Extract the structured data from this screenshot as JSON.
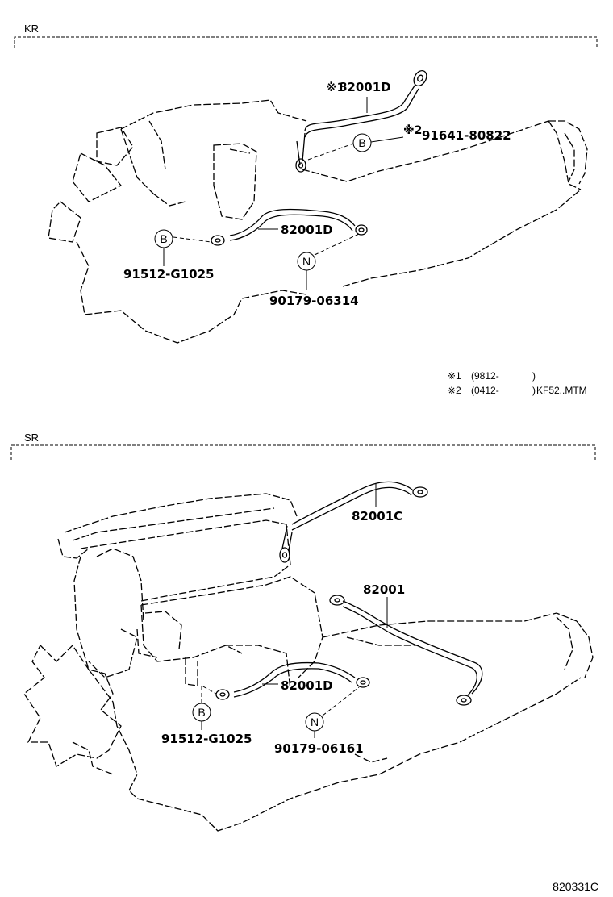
{
  "sections": [
    {
      "title": "KR",
      "parts": {
        "ground_cable_upper": "82001D",
        "ground_cable_upper_mark": "※1",
        "bolt_upper": "91641-80822",
        "bolt_upper_mark": "※2",
        "ground_cable_lower": "82001D",
        "bolt_lower": "91512-G1025",
        "nut": "90179-06314"
      },
      "callouts": {
        "bolt": "B",
        "nut": "N"
      },
      "notes": [
        {
          "mark": "※1",
          "text": "(9812-",
          "close": ")",
          "model": ""
        },
        {
          "mark": "※2",
          "text": "(0412-",
          "close": ")",
          "model": "KF52..MTM"
        }
      ]
    },
    {
      "title": "SR",
      "parts": {
        "ground_cable_top": "82001C",
        "ground_cable_main": "82001",
        "ground_cable_lower": "82001D",
        "bolt": "91512-G1025",
        "nut": "90179-06161"
      },
      "callouts": {
        "bolt": "B",
        "nut": "N"
      }
    }
  ],
  "figure_id": "820331C"
}
